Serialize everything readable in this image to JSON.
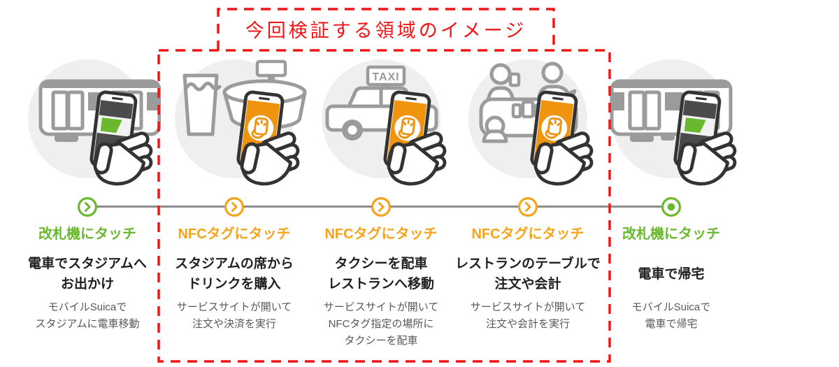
{
  "title": "今回検証する領域のイメージ",
  "colors": {
    "accent_green": "#6ab82e",
    "accent_orange": "#f5a31b",
    "phone_screen_orange": "#f0930f",
    "suica_card_green": "#6ab82e",
    "highlight_red": "#f21515",
    "icon_gray": "#9b9b9b",
    "timeline_gray": "#8c8c8c"
  },
  "steps": [
    {
      "scene": "train",
      "marker": "chevron-green",
      "tag": "改札機にタッチ",
      "heading": [
        "電車でスタジアムへ",
        "お出かけ"
      ],
      "desc": [
        "モバイルSuicaで",
        "スタジアムに電車移動"
      ]
    },
    {
      "scene": "beer-stadium",
      "marker": "chevron-orange",
      "tag": "NFCタグにタッチ",
      "heading": [
        "スタジアムの席から",
        "ドリンクを購入"
      ],
      "desc": [
        "サービスサイトが開いて",
        "注文や決済を実行"
      ]
    },
    {
      "scene": "taxi",
      "scene_label": "TAXI",
      "marker": "chevron-orange",
      "tag": "NFCタグにタッチ",
      "heading": [
        "タクシーを配車",
        "レストランへ移動"
      ],
      "desc": [
        "サービスサイトが開いて",
        "NFCタグ指定の場所に",
        "タクシーを配車"
      ]
    },
    {
      "scene": "restaurant",
      "marker": "chevron-orange",
      "tag": "NFCタグにタッチ",
      "heading": [
        "レストランのテーブルで",
        "注文や会計"
      ],
      "desc": [
        "サービスサイトが開いて",
        "注文や会計を実行"
      ]
    },
    {
      "scene": "train",
      "marker": "target-green",
      "tag": "改札機にタッチ",
      "heading": [
        "電車で帰宅"
      ],
      "desc": [
        "モバイルSuicaで",
        "電車で帰宅"
      ]
    }
  ]
}
